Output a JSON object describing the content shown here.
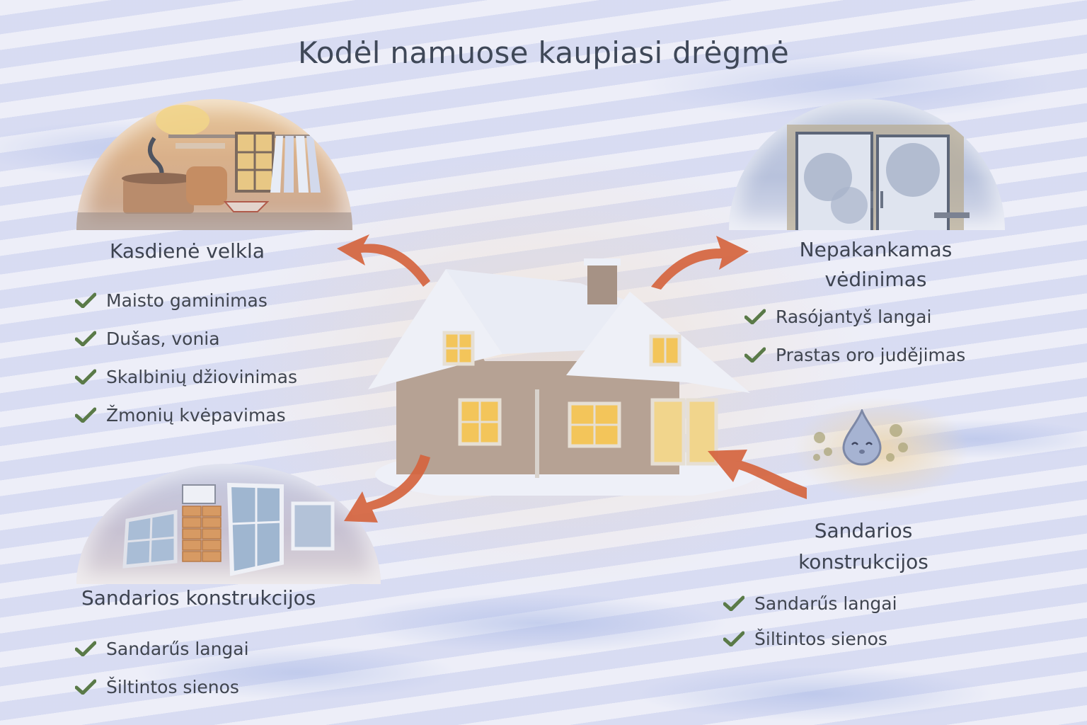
{
  "title": "Kodėl namuose kaupiasi drėgmė",
  "colors": {
    "text": "#3f4858",
    "check": "#5a7a48",
    "arrow": "#d5643e",
    "background": "#e3e5f5"
  },
  "sections": [
    {
      "id": "kasdiene-velkla",
      "heading": "Kasdienė velkla",
      "illustration": "kitchen-steam-pot-towels",
      "items": [
        "Maisto gaminimas",
        "Dušas, vonia",
        "Skalbinių džiovinimas",
        "Žmonių kvėpavimas"
      ]
    },
    {
      "id": "nepakankamas-vedinimas",
      "heading_line1": "Nepakankamas",
      "heading_line2": "vėdinimas",
      "illustration": "frosted-window",
      "items": [
        "Rasójantyš langai",
        "Prastas oro judějimas"
      ]
    },
    {
      "id": "sandarios-konstrukcijos-left",
      "heading": "Sandarios konstrukcijos",
      "illustration": "sealed-windows-brick-wall",
      "items": [
        "Sandarűs langai",
        "Šiltintos sienos"
      ]
    },
    {
      "id": "sandarios-konstrukcijos-right",
      "heading_line1": "Sandarios",
      "heading_line2": "konstrukcijos",
      "illustration": "smiling-water-droplet-mold",
      "items": [
        "Sandarűs langai",
        "Šiltintos sienos"
      ]
    }
  ],
  "center": {
    "illustration": "snowy-house-lit-windows"
  },
  "icons": {
    "check": "check-icon",
    "arrow": "curved-arrow-icon",
    "droplet": "water-droplet-icon"
  }
}
